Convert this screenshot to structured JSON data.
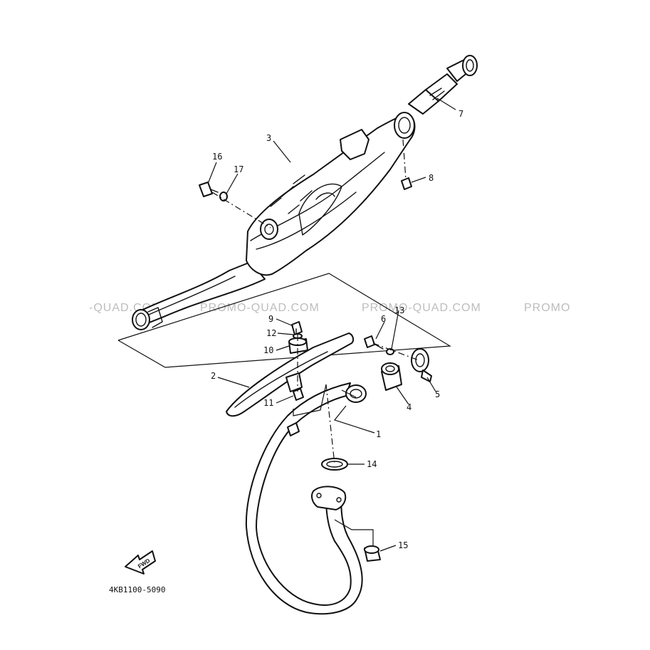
{
  "watermarks": [
    "-QUAD.COM",
    "PROMO-QUAD.COM",
    "PROMO-QUAD.COM",
    "PROMO"
  ],
  "callouts": [
    "1",
    "2",
    "3",
    "4",
    "5",
    "6",
    "7",
    "8",
    "9",
    "10",
    "11",
    "12",
    "13",
    "14",
    "15",
    "16",
    "17"
  ],
  "fwd_label": "FWD",
  "diagram_code": "4KB1100-5090",
  "colors": {
    "line": "#111111",
    "watermark": "#bdbdbd",
    "background": "#ffffff"
  }
}
